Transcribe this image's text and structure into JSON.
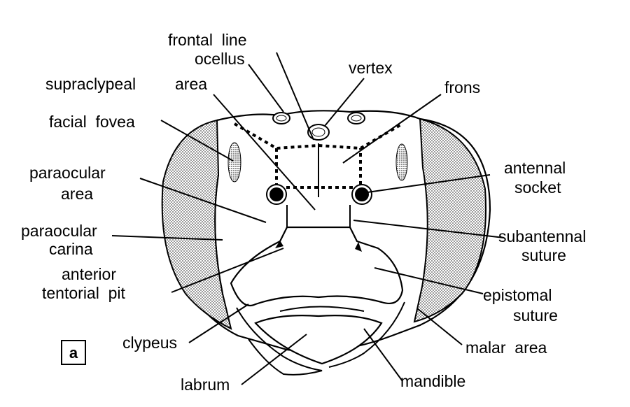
{
  "figure": {
    "panel_label": "a",
    "labels": {
      "frontal_line": "frontal  line",
      "ocellus": "ocellus",
      "vertex": "vertex",
      "supraclypeal": "supraclypeal",
      "area_supra": "area",
      "frons": "frons",
      "facial_fovea": "facial  fovea",
      "paraocular_area_1": "paraocular",
      "paraocular_area_2": "area",
      "antennal_socket_1": "antennal",
      "antennal_socket_2": "socket",
      "paraocular_carina_1": "paraocular",
      "paraocular_carina_2": "carina",
      "subantennal_suture_1": "subantennal",
      "subantennal_suture_2": "suture",
      "anterior_tentorial_pit_1": "anterior",
      "anterior_tentorial_pit_2": "tentorial  pit",
      "epistomal_suture_1": "epistomal",
      "epistomal_suture_2": "suture",
      "clypeus": "clypeus",
      "malar_area": "malar  area",
      "labrum": "labrum",
      "mandible": "mandible"
    }
  }
}
